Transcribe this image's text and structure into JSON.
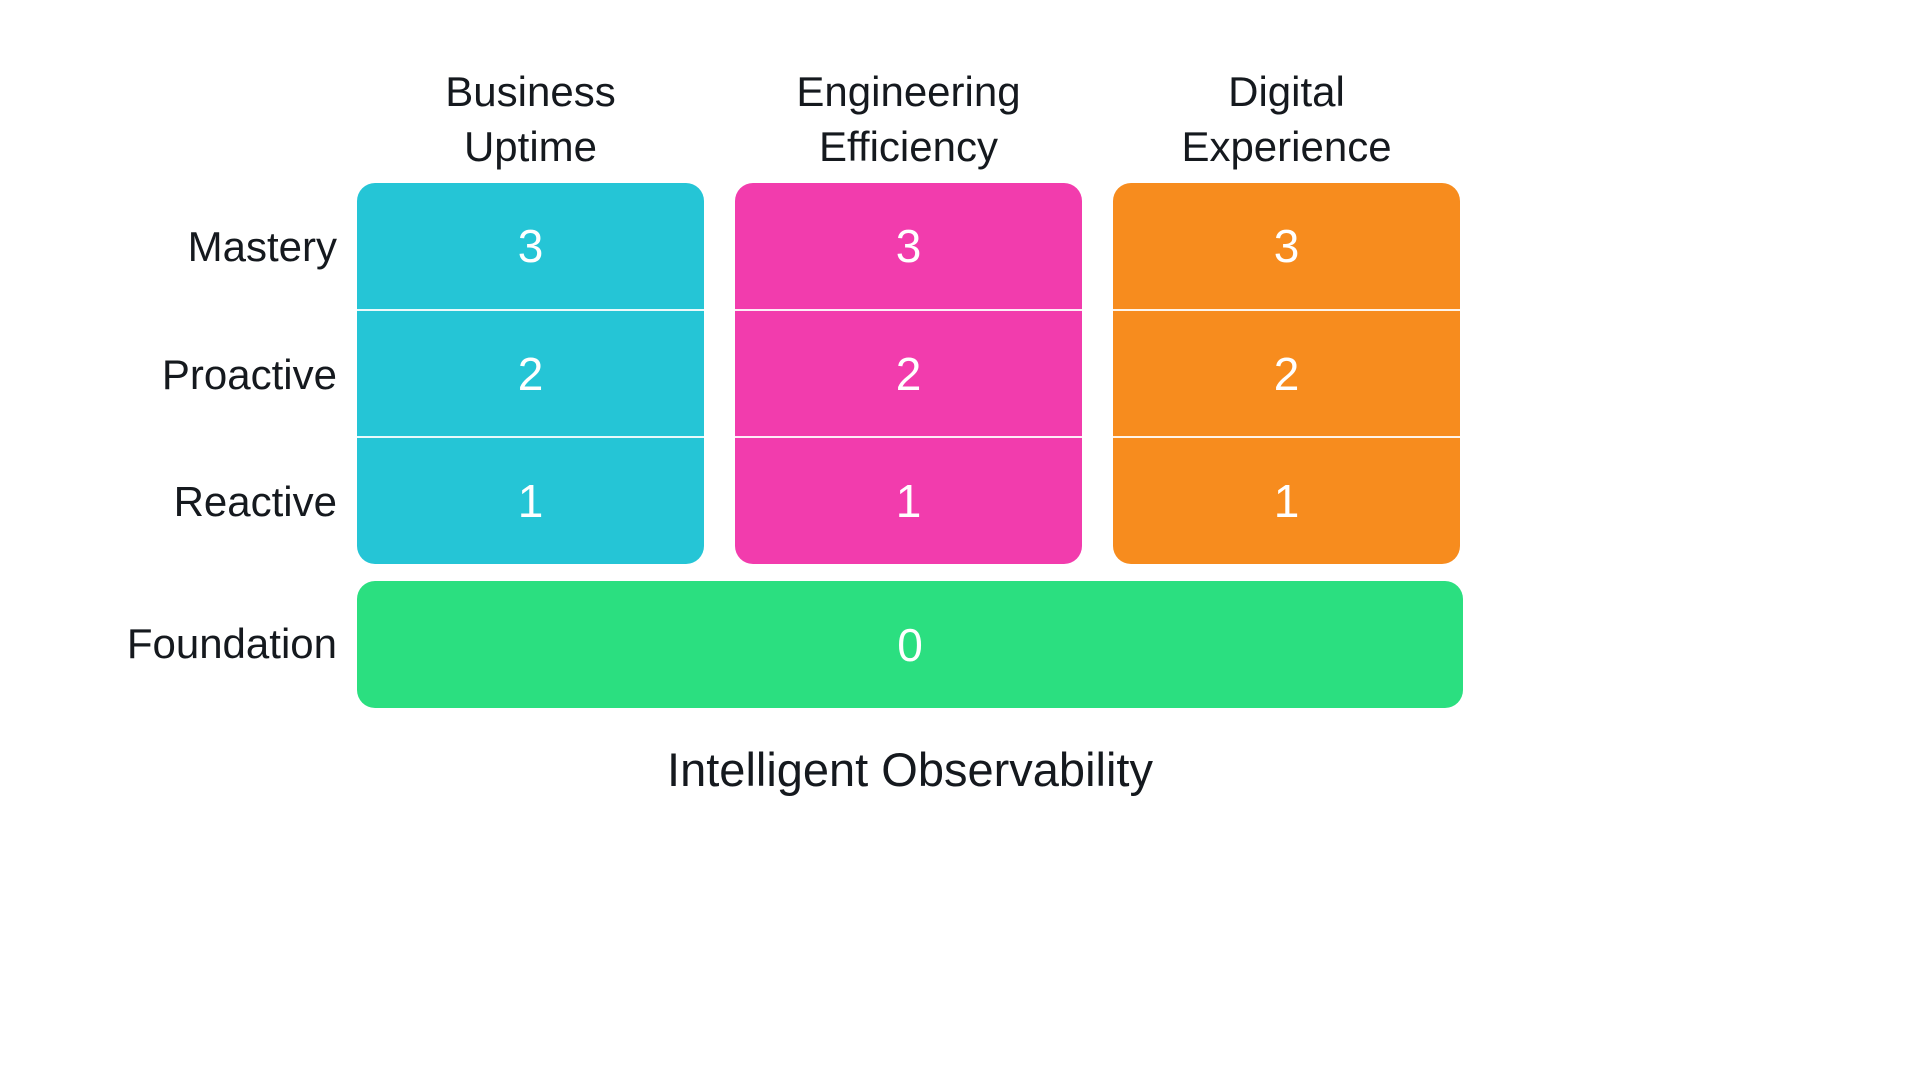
{
  "diagram": {
    "title": "Intelligent Observability",
    "rows": [
      {
        "label": "Mastery"
      },
      {
        "label": "Proactive"
      },
      {
        "label": "Reactive"
      },
      {
        "label": "Foundation"
      }
    ],
    "columns": [
      {
        "header": "Business\nUptime",
        "color": "#25C5D6",
        "values": [
          "3",
          "2",
          "1"
        ]
      },
      {
        "header": "Engineering\nEfficiency",
        "color": "#F23CAD",
        "values": [
          "3",
          "2",
          "1"
        ]
      },
      {
        "header": "Digital\nExperience",
        "color": "#F78C1E",
        "values": [
          "3",
          "2",
          "1"
        ]
      }
    ],
    "foundation": {
      "value": "0",
      "color": "#2BDF80"
    },
    "colors": {
      "background": "#FFFFFF",
      "text": "#15191e",
      "cell_text": "#FFFFFF"
    }
  }
}
